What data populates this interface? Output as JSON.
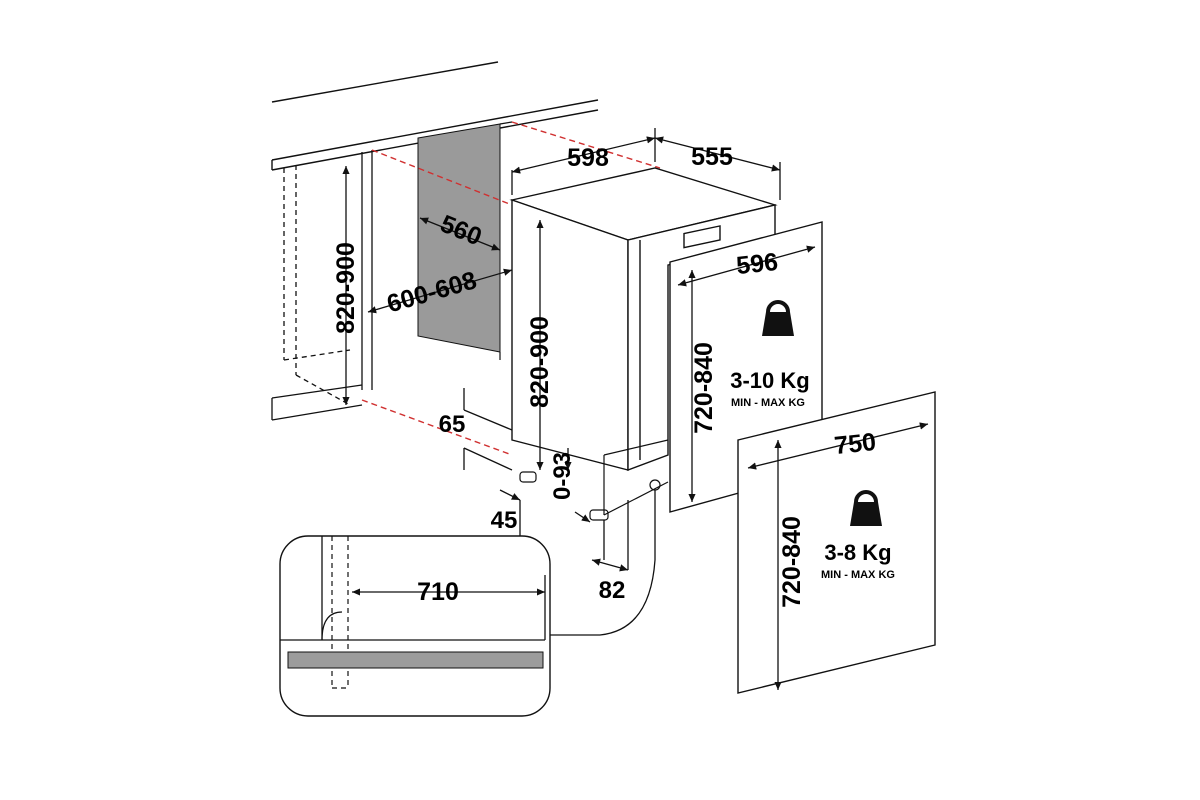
{
  "colors": {
    "line": "#111111",
    "red_dash": "#d03030",
    "gray_panel": "#9a9a9a",
    "plinth": "#9c9c9c",
    "background": "#ffffff"
  },
  "icons": {
    "weight": "kettlebell-weight-icon"
  },
  "niche": {
    "height_label": "820-900",
    "depth_label": "560",
    "width_label": "600-608"
  },
  "appliance": {
    "width_label": "598",
    "depth_label": "555",
    "height_label": "820-900",
    "top_gap_label": "65",
    "foot_offset_label": "45",
    "foot_adjust_label": "0-93",
    "rear_offset_label": "82"
  },
  "door_panel_small": {
    "width_label": "596",
    "height_label": "720-840",
    "weight_label": "3-10 Kg",
    "range_label": "MIN - MAX KG"
  },
  "door_panel_large": {
    "width_label": "750",
    "height_label": "720-840",
    "weight_label": "3-8 Kg",
    "range_label": "MIN - MAX KG"
  },
  "detail": {
    "length_label": "710"
  }
}
